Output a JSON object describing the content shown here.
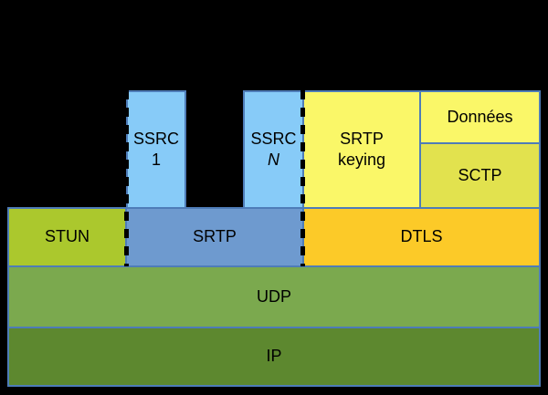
{
  "diagram": {
    "background": "#000000",
    "border_color": "#4E7CB8",
    "separator_color": "#000000",
    "boxes": {
      "ssrc1": {
        "line1": "SSRC",
        "line2": "1",
        "fill": "#87CBF8"
      },
      "ssrcN": {
        "line1": "SSRC",
        "line2": "N",
        "fill": "#87CBF8"
      },
      "srtp_keying": {
        "line1": "SRTP",
        "line2": "keying",
        "fill": "#FAF768"
      },
      "donnees": {
        "label": "Données",
        "fill": "#FAF768"
      },
      "sctp": {
        "label": "SCTP",
        "fill": "#E2E24E"
      },
      "stun": {
        "label": "STUN",
        "fill": "#ABC82D"
      },
      "srtp": {
        "label": "SRTP",
        "fill": "#6E9ACF"
      },
      "dtls": {
        "label": "DTLS",
        "fill": "#FCCA28"
      },
      "udp": {
        "label": "UDP",
        "fill": "#7BA94E"
      },
      "ip": {
        "label": "IP",
        "fill": "#5D882F"
      }
    }
  }
}
